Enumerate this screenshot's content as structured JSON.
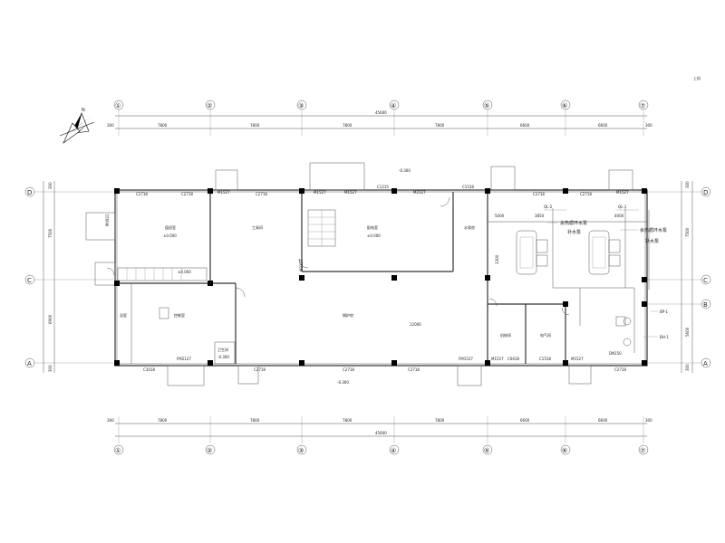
{
  "corner_label": "上机",
  "grid": {
    "numbers": [
      "①",
      "②",
      "③",
      "④",
      "⑤",
      "⑥",
      "⑦"
    ],
    "letters": [
      "D",
      "C",
      "B",
      "A"
    ],
    "top_dims": [
      "300",
      "7800",
      "7800",
      "7800",
      "7800",
      "6600",
      "6600",
      "300"
    ],
    "top_total": "45600",
    "bottom_dims": [
      "300",
      "7800",
      "7800",
      "7800",
      "7800",
      "6600",
      "6600",
      "300"
    ],
    "bottom_total": "45600",
    "left_dims": [
      "300",
      "7500",
      "6900",
      "300"
    ],
    "right_dims": [
      "300",
      "7500",
      "5600",
      "300"
    ]
  },
  "rooms": {
    "r1": "值班室",
    "r2": "工具间",
    "r3": "配电室",
    "r4": "水泵房",
    "r5": "锅炉房",
    "r6": "控制室",
    "r7": "机修间",
    "r8": "电气间",
    "r9": "卫生间",
    "r10": "浴室"
  },
  "levels": {
    "l1": "±0.000",
    "l2": "±0.000",
    "l3": "-0.300",
    "l4": "-0.300",
    "l5": "-0.300",
    "l6": "±0.000"
  },
  "doors_windows": {
    "c2718": "C2718",
    "m1527": "M1527",
    "c1518": "C1518",
    "m2127": "M2127",
    "c3018": "C3018",
    "fm1527": "FM1527",
    "m0921": "M0921",
    "c0618": "C0618",
    "c1215": "C1215",
    "fm2127": "FM2127"
  },
  "equipment": {
    "tank_label_1": "余热循环水泵",
    "tank_label_2": "余热循环水泵",
    "pump_label_1": "补水泵",
    "pump_label_2": "补水泵",
    "ql_1": "QL-2",
    "ql_2": "QL-1",
    "bp": "BP-1",
    "bh": "BH-1",
    "dim_3850": "3850",
    "dim_4000": "4000",
    "dim_5000": "5000",
    "dim_3300": "3300",
    "dim_12000": "12000",
    "dn": "DN150"
  },
  "north_label": "N"
}
